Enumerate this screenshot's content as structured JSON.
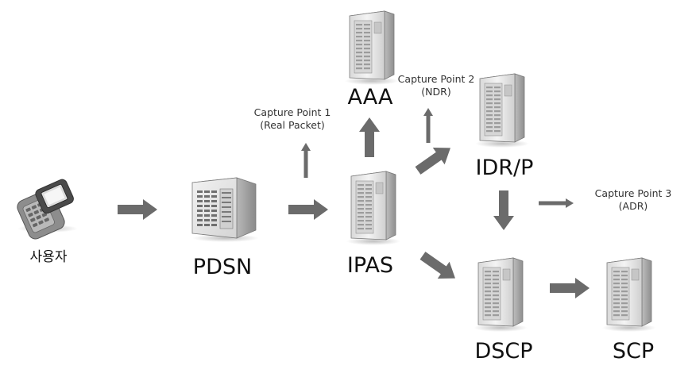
{
  "nodes": {
    "user": "사용자",
    "pdsn": "PDSN",
    "ipas": "IPAS",
    "aaa": "AAA",
    "idrp": "IDR/P",
    "dscp": "DSCP",
    "scp": "SCP"
  },
  "captures": {
    "cp1": {
      "title": "Capture Point 1",
      "sub": "(Real Packet)"
    },
    "cp2": {
      "title": "Capture Point 2",
      "sub": "(NDR)"
    },
    "cp3": {
      "title": "Capture Point 3",
      "sub": "(ADR)"
    }
  },
  "icons": {
    "user": "mobile-phone-icon",
    "pdsn": "cube-server-icon",
    "ipas": "tower-server-icon",
    "aaa": "tower-server-icon",
    "idrp": "tower-server-icon",
    "dscp": "tower-server-icon",
    "scp": "tower-server-icon"
  },
  "colors": {
    "arrow": "#6b6b6b",
    "server_body": "#e6e6e6",
    "server_dark": "#9a9a9a"
  }
}
